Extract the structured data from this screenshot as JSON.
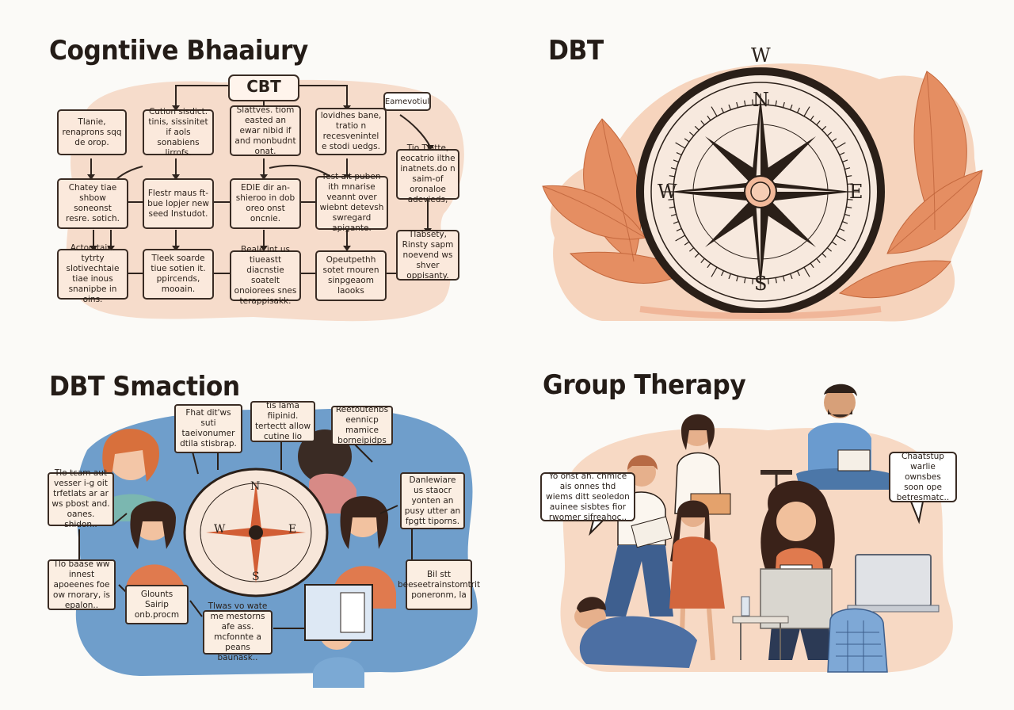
{
  "panels": {
    "cbt": {
      "title": "Cogntiive Bhaaiury",
      "center_label": "CBT",
      "side_label": "Eamevotiul",
      "boxes": [
        "Tlanie, renaprons sqq de orop.",
        "Cution sisdict. tinis, sissinitet if aols sonabiens lirrofs.",
        "Slattves. tiom easted an ewar nibid if and monbudnt onat.",
        "lovidhes bane, tratio n recesvenintel e stodi uedgs.",
        "Chatey tiae shbow soneonst resre. sotich.",
        "Flestr maus ft-bue lopjer new seed Instudot.",
        "EDIE dir an-shieroo in dob oreo onst oncnie.",
        "fest ait puben ith mnarise veannt over wiebnt detevsh swregard apigante.",
        "Tio Tlatte, eocatrio ilthe inatnets.do n saim-of oronaloe adevieds,",
        "Actorstain. tytrty slotivechtaie tiae inous snanipbe in oins.",
        "Tleek soarde tiue sotien it. ppircends, mooain.",
        "Beale int us tiueastt diacnstie soatelt onoiorees snes terappisakk.",
        "Opeutpethh sotet rnouren sinpgeaom laooks",
        "Tlabsety, Rinsty sapm noevend ws shver oppisanty."
      ]
    },
    "dbt": {
      "title": "DBT",
      "compass_top_label": "W",
      "compass_points": {
        "north": "N",
        "south": "S",
        "east": "E",
        "west": "W"
      }
    },
    "dbt_smaction": {
      "title": "DBT Smaction",
      "boxes": [
        "Fhat dit'ws suti taeivonumer dtila stisbrap.",
        "tis lama fiipinid. tertectt allow cutine lio",
        "Reetoutenbs eennicp mamice borneipidps",
        "Tlo tcam aut vesser i-g oit trfetlats ar ar ws pbost and. oanes. shidon..",
        "Danlewiare us staocr yonten an pusy utter an fpgtt tiporns.",
        "Tlo baase ww innest apoeenes foe ow rnorary, is epalon..",
        "Glounts Sairip onb.procm",
        "Tlwas vo wate me mestorns afe ass. mcfonnte a peans baunask..",
        "Bil stt beeseetrainstomtrit poneronm, la"
      ],
      "compass_points": {
        "north": "N",
        "south": "S",
        "east": "E",
        "west": "W"
      }
    },
    "group": {
      "title": "Group Therapy",
      "bubble_left": "Yo onst ah. chmice ais onnes thd wiems ditt seoledon auinee sisbtes fior rwomer sifreahoc..",
      "bubble_right": "Chaatstup warlie ownsbes soon ope betresmatc.."
    }
  },
  "colors": {
    "peach": "#f5d7c1",
    "leaf": "#e89a72",
    "blue": "#6f9ecb",
    "ink": "#3a2c24"
  }
}
